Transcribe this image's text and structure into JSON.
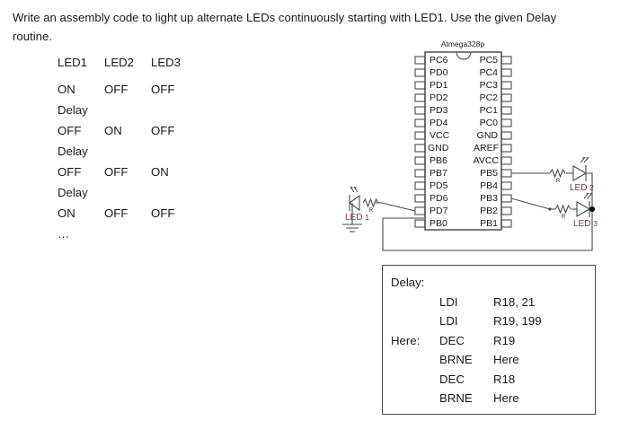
{
  "prompt": {
    "text": "Write an assembly code to light up alternate LEDs continuously starting with LED1. Use the given Delay routine."
  },
  "led_table": {
    "headers": [
      "LED1",
      "LED2",
      "LED3"
    ],
    "rows": [
      {
        "type": "states",
        "values": [
          "ON",
          "OFF",
          "OFF"
        ]
      },
      {
        "type": "delay",
        "values": [
          "Delay"
        ]
      },
      {
        "type": "states",
        "values": [
          "OFF",
          "ON",
          "OFF"
        ]
      },
      {
        "type": "delay",
        "values": [
          "Delay"
        ]
      },
      {
        "type": "states",
        "values": [
          "OFF",
          "OFF",
          "ON"
        ]
      },
      {
        "type": "delay",
        "values": [
          "Delay"
        ]
      },
      {
        "type": "states",
        "values": [
          "ON",
          "OFF",
          "OFF"
        ]
      }
    ],
    "continuation": "…"
  },
  "circuit": {
    "chip_label": "Atmega328p",
    "pins_left": [
      "PC6",
      "PD0",
      "PD1",
      "PD2",
      "PD3",
      "PD4",
      "VCC",
      "GND",
      "PB6",
      "PB7",
      "PD5",
      "PD6",
      "PD7",
      "PB0"
    ],
    "pins_right": [
      "PC5",
      "PC4",
      "PC3",
      "PC2",
      "PC1",
      "PC0",
      "GND",
      "AREF",
      "AVCC",
      "PB5",
      "PB4",
      "PB3",
      "PB2",
      "PB1"
    ],
    "leds": [
      {
        "label": "LED 1",
        "number": "1",
        "resistor": "R",
        "pin": "PD7"
      },
      {
        "label": "LED 2",
        "number": "2",
        "resistor": "R",
        "pin": "PB5"
      },
      {
        "label": "LED 3",
        "number": "3",
        "resistor": "R",
        "pin": "PB3"
      }
    ],
    "resistor_label": "R",
    "led_label_color": "#6b3a5c",
    "wire_color": "#4a4a4a",
    "chip_border_color": "#5a5a5a"
  },
  "delay_routine": {
    "lines": [
      {
        "label": "Delay:",
        "mnemonic": "",
        "operand": ""
      },
      {
        "label": "",
        "mnemonic": "LDI",
        "operand": "R18, 21"
      },
      {
        "label": "",
        "mnemonic": "LDI",
        "operand": "R19, 199"
      },
      {
        "label": "Here:",
        "mnemonic": "DEC",
        "operand": "R19"
      },
      {
        "label": "",
        "mnemonic": "BRNE",
        "operand": "Here"
      },
      {
        "label": "",
        "mnemonic": "DEC",
        "operand": "R18"
      },
      {
        "label": "",
        "mnemonic": "BRNE",
        "operand": "Here"
      }
    ]
  }
}
